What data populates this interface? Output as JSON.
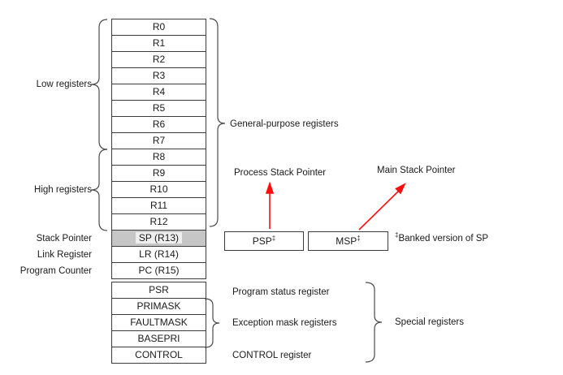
{
  "diagram": {
    "left_labels": {
      "low": "Low registers",
      "high": "High registers",
      "stack_pointer": "Stack Pointer",
      "link_register": "Link Register",
      "program_counter": "Program Counter"
    },
    "main_stack": [
      "R0",
      "R1",
      "R2",
      "R3",
      "R4",
      "R5",
      "R6",
      "R7",
      "R8",
      "R9",
      "R10",
      "R11",
      "R12",
      "SP (R13)",
      "LR (R14)",
      "PC (R15)"
    ],
    "special_stack": [
      "PSR",
      "PRIMASK",
      "FAULTMASK",
      "BASEPRI",
      "CONTROL"
    ],
    "pointer_boxes": {
      "psp": "PSP",
      "msp": "MSP",
      "superscript": "‡"
    },
    "right_labels": {
      "general_purpose": "General-purpose registers",
      "process_stack_pointer": "Process Stack Pointer",
      "main_stack_pointer": "Main Stack Pointer",
      "banked_superscript": "‡",
      "banked_note": "Banked version of SP",
      "program_status": "Program status register",
      "exception_mask": "Exception mask registers",
      "control": "CONTROL register",
      "special": "Special registers"
    },
    "colors": {
      "highlight_row": "#c6c6c6",
      "arrow_red": "#fd0d0d",
      "line": "#3c3c3c"
    }
  }
}
